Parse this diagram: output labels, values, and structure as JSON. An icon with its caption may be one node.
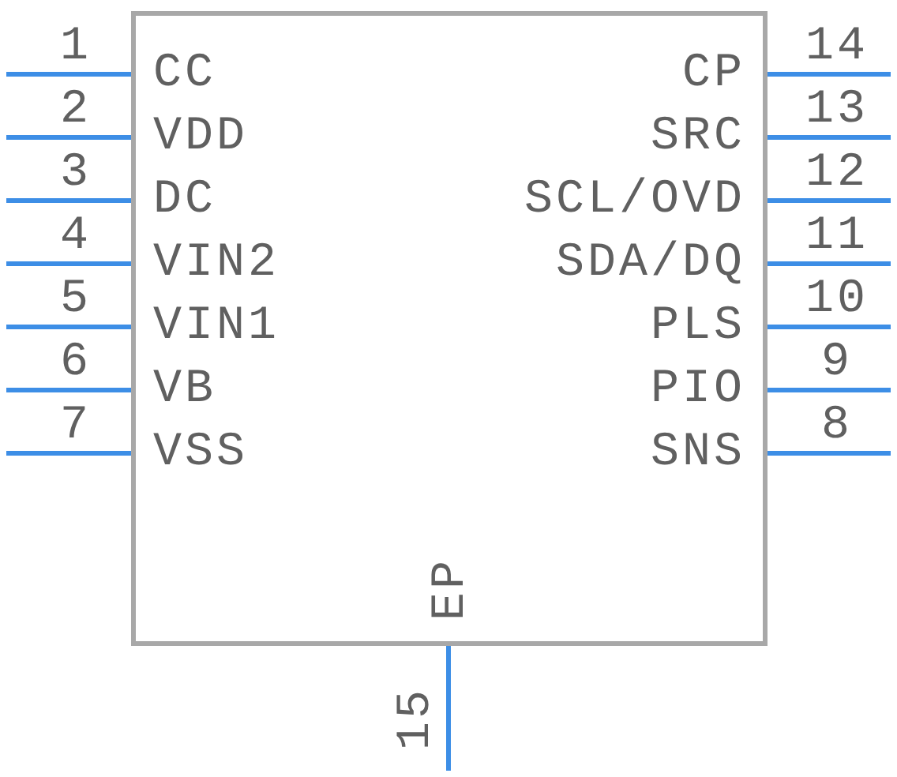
{
  "diagram": {
    "nodes": [
      {
        "text": [],
        "shape": "box"
      },
      {
        "text": [
          "CC"
        ],
        "in": 0
      },
      {
        "text": [
          "CP"
        ],
        "in": 0
      },
      {
        "text": [
          "VDD"
        ],
        "in": 0
      },
      {
        "text": [
          "SRC"
        ],
        "in": 0
      },
      {
        "text": [
          "DC"
        ],
        "in": 0
      },
      {
        "text": [
          "SCL/OVD"
        ],
        "in": 0
      },
      {
        "text": [
          "VIN2"
        ],
        "in": 0
      },
      {
        "text": [
          "SDA/DQ"
        ],
        "in": 0
      },
      {
        "text": [
          "VIN1"
        ],
        "in": 0
      },
      {
        "text": [
          "PLS"
        ],
        "in": 0
      },
      {
        "text": [
          "VB"
        ],
        "in": 0
      },
      {
        "text": [
          "PIO"
        ],
        "in": 0
      },
      {
        "text": [
          "VSS"
        ],
        "in": 0
      },
      {
        "text": [
          "SNS"
        ],
        "in": 0
      },
      {
        "text": [
          "EP"
        ],
        "in": 0
      }
    ],
    "edges": [
      {
        "from": null,
        "to": 1,
        "arrow": "none",
        "label": "1"
      },
      {
        "from": null,
        "to": 3,
        "arrow": "none",
        "label": "2"
      },
      {
        "from": null,
        "to": 5,
        "arrow": "none",
        "label": "3"
      },
      {
        "from": null,
        "to": 7,
        "arrow": "none",
        "label": "4"
      },
      {
        "from": null,
        "to": 9,
        "arrow": "none",
        "label": "5"
      },
      {
        "from": null,
        "to": 11,
        "arrow": "none",
        "label": "6"
      },
      {
        "from": null,
        "to": 13,
        "arrow": "none",
        "label": "7"
      },
      {
        "from": null,
        "to": 14,
        "arrow": "none",
        "label": "8"
      },
      {
        "from": null,
        "to": 12,
        "arrow": "none",
        "label": "9"
      },
      {
        "from": null,
        "to": 10,
        "arrow": "none",
        "label": "10"
      },
      {
        "from": null,
        "to": 8,
        "arrow": "none",
        "label": "11"
      },
      {
        "from": null,
        "to": 6,
        "arrow": "none",
        "label": "12"
      },
      {
        "from": null,
        "to": 4,
        "arrow": "none",
        "label": "13"
      },
      {
        "from": null,
        "to": 2,
        "arrow": "none",
        "label": "14"
      },
      {
        "from": null,
        "to": 15,
        "arrow": "none",
        "label": "15"
      }
    ]
  }
}
